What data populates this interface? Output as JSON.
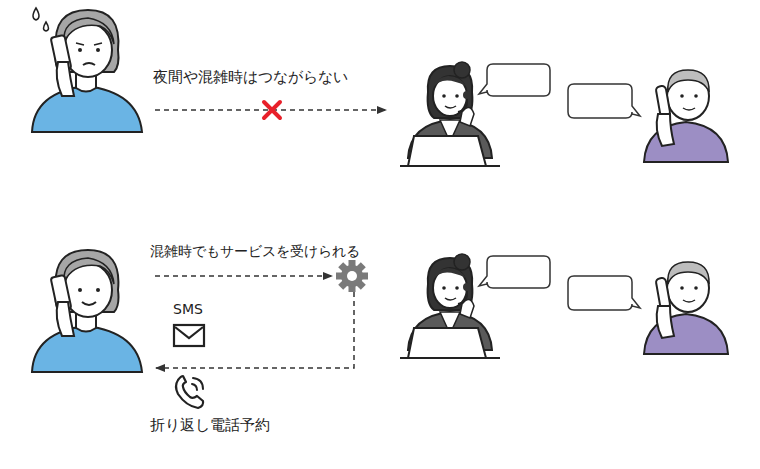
{
  "diagram": {
    "labels": [
      "夜間や混雑時はつながらない",
      "混雑時でもサービスを受けられる",
      "SMS",
      "折り返し電話予約"
    ]
  }
}
